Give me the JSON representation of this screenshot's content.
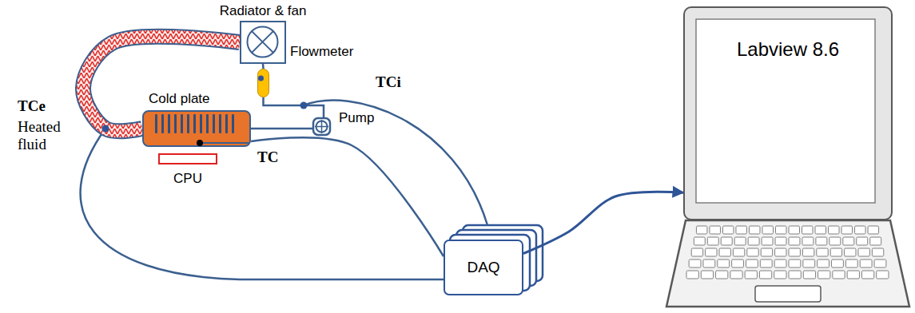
{
  "diagram": {
    "nodes": [
      {
        "text": [
          "Radiator & fan"
        ]
      },
      {
        "text": [
          "Flowmeter"
        ]
      },
      {
        "text": [
          "Pump"
        ]
      },
      {
        "text": [
          "Cold plate"
        ]
      },
      {
        "text": [
          "CPU"
        ]
      },
      {
        "text": [
          "DAQ"
        ]
      },
      {
        "text": [
          "Labview 8.6"
        ]
      }
    ],
    "edges": [
      {
        "from": 3,
        "to": 0,
        "arrow": "none"
      },
      {
        "from": 0,
        "to": 1,
        "arrow": "none"
      },
      {
        "from": 1,
        "to": 2,
        "arrow": "none"
      },
      {
        "from": 2,
        "to": 3,
        "arrow": "none"
      },
      {
        "from": 3,
        "to": 5,
        "arrow": "none"
      },
      {
        "from": 5,
        "to": 6,
        "arrow": "to"
      }
    ],
    "labels": [
      "TCi",
      "TCe",
      "Heated fluid",
      "TC"
    ]
  }
}
